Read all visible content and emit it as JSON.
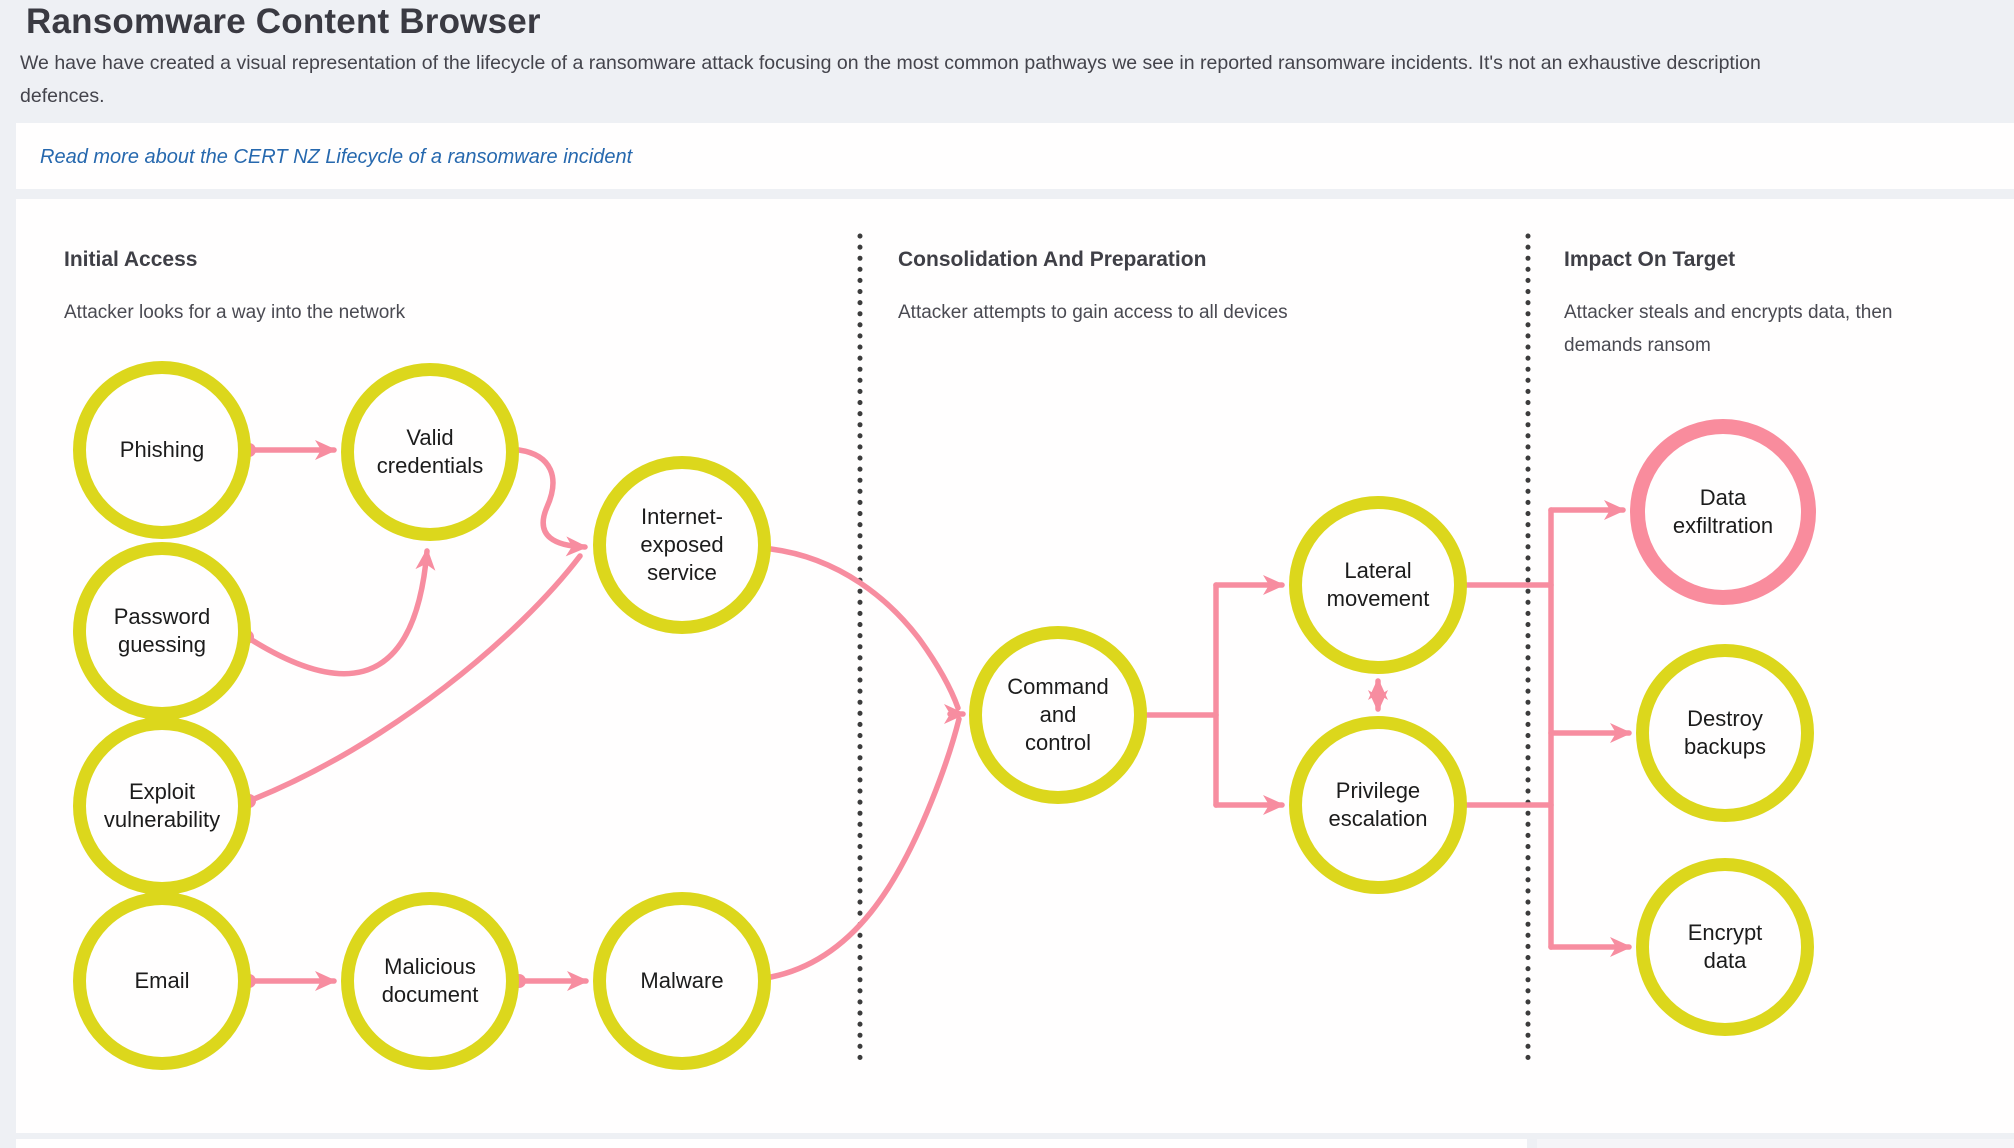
{
  "header": {
    "title": "Ransomware Content Browser",
    "description_line1": "We have have created a visual representation of the lifecycle of a ransomware attack focusing on the most common pathways we see in reported ransomware incidents. It's not an exhaustive description",
    "description_line2": "defences.",
    "link_label": "Read more about the CERT NZ Lifecycle of a ransomware incident"
  },
  "colors": {
    "page_background": "#EEF0F4",
    "card_background": "#FFFEFE",
    "node_border_yellow": "#DCD71C",
    "arrow_pink": "#F78DA0",
    "highlight_border_pink": "#F98C9D",
    "link_blue": "#2668AE",
    "dotted_divider": "#3C3C3C"
  },
  "sections": [
    {
      "title": "Initial Access",
      "subtitle_lines": [
        "Attacker looks for a way into the network"
      ]
    },
    {
      "title": "Consolidation And Preparation",
      "subtitle_lines": [
        "Attacker attempts to gain access to all devices"
      ]
    },
    {
      "title": "Impact On Target",
      "subtitle_lines": [
        "Attacker steals and encrypts data, then",
        "demands ransom"
      ]
    }
  ],
  "nodes": [
    {
      "id": "phishing",
      "label_lines": [
        "Phishing"
      ],
      "section": "Initial Access",
      "highlighted": false
    },
    {
      "id": "valid-credentials",
      "label_lines": [
        "Valid",
        "credentials"
      ],
      "section": "Initial Access",
      "highlighted": false
    },
    {
      "id": "password-guessing",
      "label_lines": [
        "Password",
        "guessing"
      ],
      "section": "Initial Access",
      "highlighted": false
    },
    {
      "id": "exploit-vulnerability",
      "label_lines": [
        "Exploit",
        "vulnerability"
      ],
      "section": "Initial Access",
      "highlighted": false
    },
    {
      "id": "internet-exposed-service",
      "label_lines": [
        "Internet-",
        "exposed",
        "service"
      ],
      "section": "Initial Access",
      "highlighted": false
    },
    {
      "id": "email",
      "label_lines": [
        "Email"
      ],
      "section": "Initial Access",
      "highlighted": false
    },
    {
      "id": "malicious-document",
      "label_lines": [
        "Malicious",
        "document"
      ],
      "section": "Initial Access",
      "highlighted": false
    },
    {
      "id": "malware",
      "label_lines": [
        "Malware"
      ],
      "section": "Initial Access",
      "highlighted": false
    },
    {
      "id": "command-and-control",
      "label_lines": [
        "Command",
        "and",
        "control"
      ],
      "section": "Consolidation And Preparation",
      "highlighted": false
    },
    {
      "id": "lateral-movement",
      "label_lines": [
        "Lateral",
        "movement"
      ],
      "section": "Consolidation And Preparation",
      "highlighted": false
    },
    {
      "id": "privilege-escalation",
      "label_lines": [
        "Privilege",
        "escalation"
      ],
      "section": "Consolidation And Preparation",
      "highlighted": false
    },
    {
      "id": "data-exfiltration",
      "label_lines": [
        "Data",
        "exfiltration"
      ],
      "section": "Impact On Target",
      "highlighted": true
    },
    {
      "id": "destroy-backups",
      "label_lines": [
        "Destroy",
        "backups"
      ],
      "section": "Impact On Target",
      "highlighted": false
    },
    {
      "id": "encrypt-data",
      "label_lines": [
        "Encrypt",
        "data"
      ],
      "section": "Impact On Target",
      "highlighted": false
    }
  ],
  "edges": [
    {
      "from": "phishing",
      "to": "valid-credentials",
      "type": "arrow"
    },
    {
      "from": "password-guessing",
      "to": "valid-credentials",
      "type": "arrow"
    },
    {
      "from": "valid-credentials",
      "to": "internet-exposed-service",
      "type": "arrow"
    },
    {
      "from": "exploit-vulnerability",
      "to": "internet-exposed-service",
      "type": "arrow"
    },
    {
      "from": "email",
      "to": "malicious-document",
      "type": "arrow"
    },
    {
      "from": "malicious-document",
      "to": "malware",
      "type": "arrow"
    },
    {
      "from": "internet-exposed-service",
      "to": "command-and-control",
      "type": "arrow"
    },
    {
      "from": "malware",
      "to": "command-and-control",
      "type": "arrow"
    },
    {
      "from": "command-and-control",
      "to": "lateral-movement",
      "type": "arrow"
    },
    {
      "from": "command-and-control",
      "to": "privilege-escalation",
      "type": "arrow"
    },
    {
      "from": "lateral-movement",
      "to": "privilege-escalation",
      "type": "double-arrow"
    },
    {
      "from": "lateral-movement",
      "to": "data-exfiltration",
      "type": "arrow"
    },
    {
      "from": "privilege-escalation",
      "to": "data-exfiltration",
      "type": "arrow"
    },
    {
      "from": "privilege-escalation",
      "to": "destroy-backups",
      "type": "arrow"
    },
    {
      "from": "privilege-escalation",
      "to": "encrypt-data",
      "type": "arrow"
    }
  ]
}
